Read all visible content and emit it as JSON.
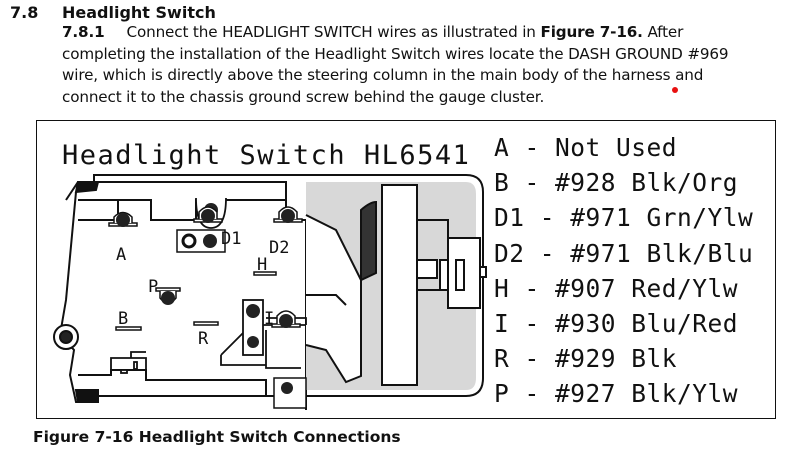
{
  "section": {
    "number": "7.8",
    "title": "Headlight Switch"
  },
  "paragraph": {
    "number": "7.8.1",
    "text_before": "Connect the HEADLIGHT SWITCH wires as illustrated in ",
    "figure_ref": "Figure 7-16.",
    "text_after": " After completing the installation of the Headlight Switch wires locate the DASH GROUND #969 wire, which is directly above the steering column in the main body of the harness and connect it to the chassis ground screw behind the gauge cluster."
  },
  "figure": {
    "diagram_title": "Headlight Switch HL6541",
    "terminal_labels": [
      "A",
      "D1",
      "D2",
      "H",
      "P",
      "B",
      "I",
      "R"
    ],
    "legend": [
      {
        "terminal": "A",
        "text": "A - Not Used"
      },
      {
        "terminal": "B",
        "text": "B - #928 Blk/Org"
      },
      {
        "terminal": "D1",
        "text": "D1 - #971 Grn/Ylw"
      },
      {
        "terminal": "D2",
        "text": "D2 - #971 Blk/Blu"
      },
      {
        "terminal": "H",
        "text": "H - #907 Red/Ylw"
      },
      {
        "terminal": "I",
        "text": "I - #930 Blu/Red"
      },
      {
        "terminal": "R",
        "text": "R - #929 Blk"
      },
      {
        "terminal": "P",
        "text": "P - #927 Blk/Ylw"
      }
    ],
    "caption": "Figure 7-16 Headlight Switch Connections"
  },
  "colors": {
    "annotation_dot": "#e81010",
    "line": "#111111",
    "shade": "#d8d8d8"
  }
}
